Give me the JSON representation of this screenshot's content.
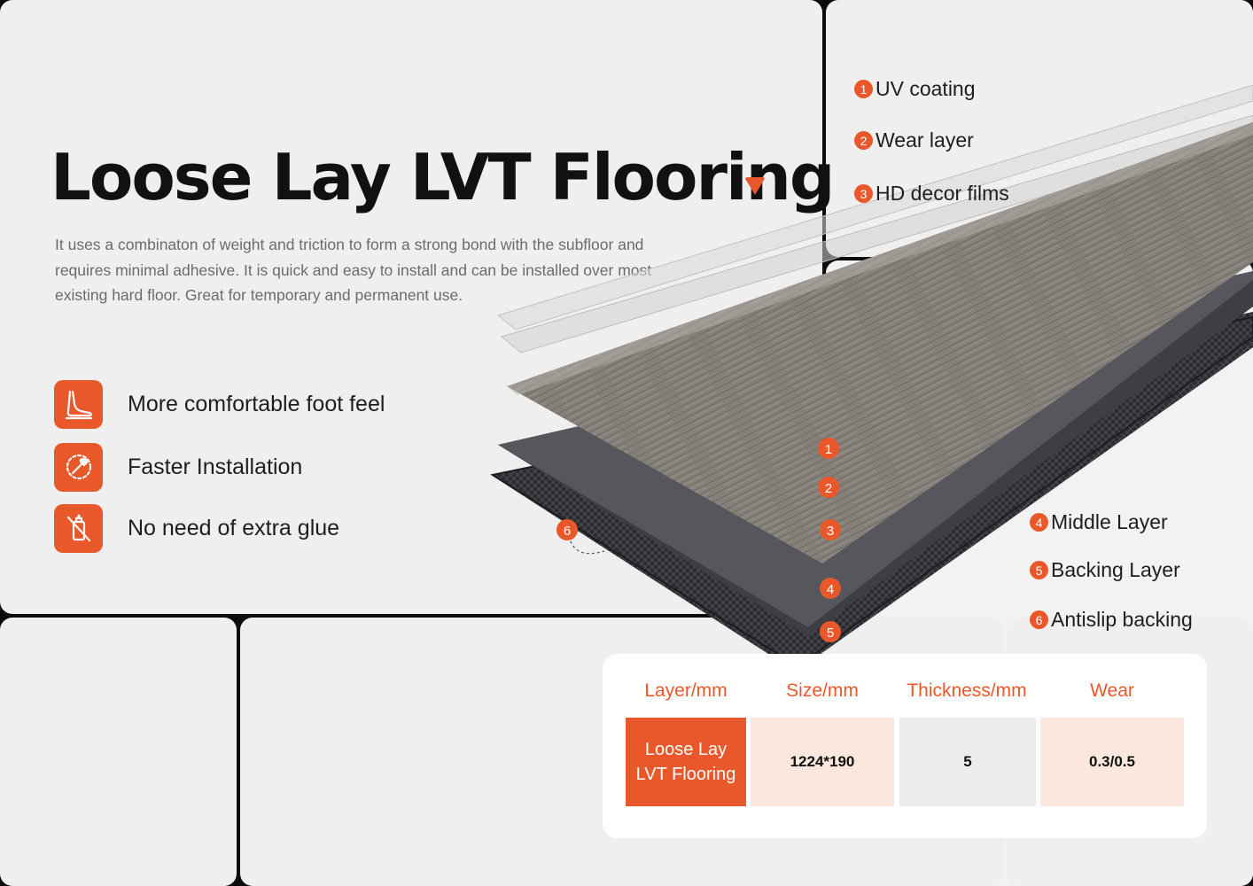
{
  "title": "Loose Lay LVT Flooring",
  "description": "It uses a combinaton of weight and triction to form a strong bond with the subfloor and requires minimal adhesive. It is quick and easy to install and can be installed over most existing hard floor. Great for temporary and permanent use.",
  "features": [
    {
      "icon": "foot-icon",
      "label": "More comfortable foot feel"
    },
    {
      "icon": "wrench-install-icon",
      "label": "Faster Installation"
    },
    {
      "icon": "no-glue-icon",
      "label": "No need of extra glue"
    }
  ],
  "layers": [
    {
      "number": "1",
      "label": "UV coating"
    },
    {
      "number": "2",
      "label": "Wear layer"
    },
    {
      "number": "3",
      "label": "HD decor films"
    },
    {
      "number": "4",
      "label": "Middle Layer"
    },
    {
      "number": "5",
      "label": "Backing Layer"
    },
    {
      "number": "6",
      "label": "Antislip backing"
    }
  ],
  "spec_table": {
    "headers": [
      "Layer/mm",
      "Size/mm",
      "Thickness/mm",
      "Wear"
    ],
    "product_line1": "Loose Lay",
    "product_line2": "LVT Flooring",
    "values": [
      "1224*190",
      "5",
      "0.3/0.5"
    ]
  },
  "colors": {
    "accent": "#e8582a",
    "panel": "#efefef",
    "cell_tint": "#fbe7de",
    "cell_grey": "#ececec"
  }
}
